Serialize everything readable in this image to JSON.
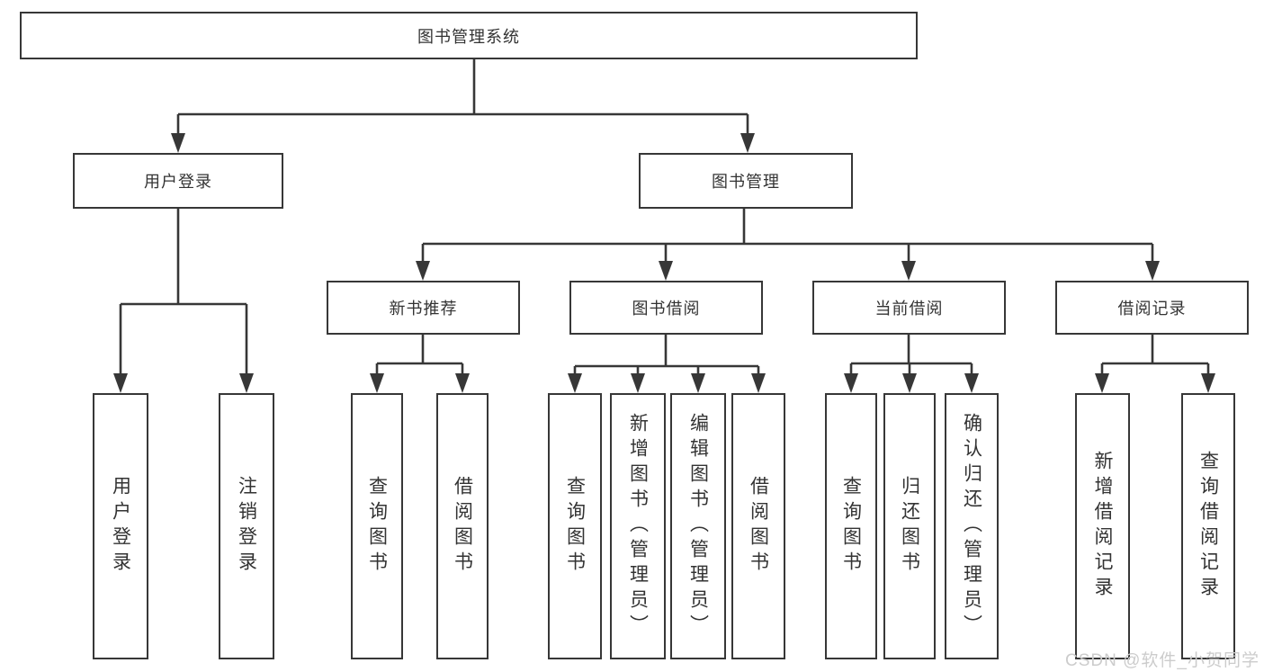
{
  "diagram_title": "图书管理系统",
  "tree": {
    "label": "图书管理系统",
    "children": [
      {
        "label": "用户登录",
        "children": [
          {
            "label": "用户登录"
          },
          {
            "label": "注销登录"
          }
        ]
      },
      {
        "label": "图书管理",
        "children": [
          {
            "label": "新书推荐",
            "children": [
              {
                "label": "查询图书"
              },
              {
                "label": "借阅图书"
              }
            ]
          },
          {
            "label": "图书借阅",
            "children": [
              {
                "label": "查询图书"
              },
              {
                "label": "新增图书（管理员）"
              },
              {
                "label": "编辑图书（管理员）"
              },
              {
                "label": "借阅图书"
              }
            ]
          },
          {
            "label": "当前借阅",
            "children": [
              {
                "label": "查询图书"
              },
              {
                "label": "归还图书"
              },
              {
                "label": "确认归还（管理员）"
              }
            ]
          },
          {
            "label": "借阅记录",
            "children": [
              {
                "label": "新增借阅记录"
              },
              {
                "label": "查询借阅记录"
              }
            ]
          }
        ]
      }
    ]
  },
  "watermark": "CSDN @软件_小贺同学",
  "colors": {
    "line": "#373737",
    "text": "#333333",
    "background": "#ffffff",
    "watermark": "#cccccc"
  }
}
